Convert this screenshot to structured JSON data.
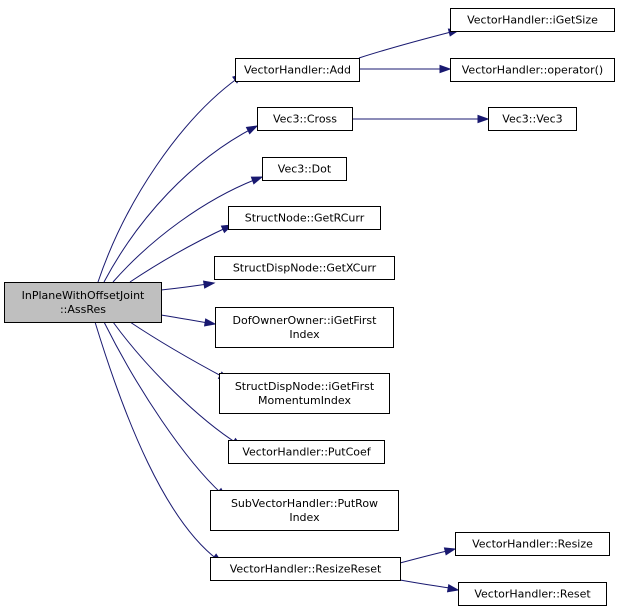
{
  "graph": {
    "root": {
      "id": "root",
      "lines": [
        "InPlaneWithOffsetJoint",
        "::AssRes"
      ]
    },
    "nodes": [
      {
        "id": "vh_add",
        "lines": [
          "VectorHandler::Add"
        ]
      },
      {
        "id": "vh_igetsize",
        "lines": [
          "VectorHandler::iGetSize"
        ]
      },
      {
        "id": "vh_operator",
        "lines": [
          "VectorHandler::operator()"
        ]
      },
      {
        "id": "vec3_cross",
        "lines": [
          "Vec3::Cross"
        ]
      },
      {
        "id": "vec3_vec3",
        "lines": [
          "Vec3::Vec3"
        ]
      },
      {
        "id": "vec3_dot",
        "lines": [
          "Vec3::Dot"
        ]
      },
      {
        "id": "sn_getrcurr",
        "lines": [
          "StructNode::GetRCurr"
        ]
      },
      {
        "id": "sdn_getxcurr",
        "lines": [
          "StructDispNode::GetXCurr"
        ]
      },
      {
        "id": "doo_igetfirstindex",
        "lines": [
          "DofOwnerOwner::iGetFirst",
          "Index"
        ]
      },
      {
        "id": "sdn_igetfirstmomentumindex",
        "lines": [
          "StructDispNode::iGetFirst",
          "MomentumIndex"
        ]
      },
      {
        "id": "vh_putcoef",
        "lines": [
          "VectorHandler::PutCoef"
        ]
      },
      {
        "id": "svh_putrowindex",
        "lines": [
          "SubVectorHandler::PutRow",
          "Index"
        ]
      },
      {
        "id": "vh_resizereset",
        "lines": [
          "VectorHandler::ResizeReset"
        ]
      },
      {
        "id": "vh_resize",
        "lines": [
          "VectorHandler::Resize"
        ]
      },
      {
        "id": "vh_reset",
        "lines": [
          "VectorHandler::Reset"
        ]
      }
    ],
    "edges": [
      {
        "from": "root",
        "to": "vh_add"
      },
      {
        "from": "root",
        "to": "vec3_cross"
      },
      {
        "from": "root",
        "to": "vec3_dot"
      },
      {
        "from": "root",
        "to": "sn_getrcurr"
      },
      {
        "from": "root",
        "to": "sdn_getxcurr"
      },
      {
        "from": "root",
        "to": "doo_igetfirstindex"
      },
      {
        "from": "root",
        "to": "sdn_igetfirstmomentumindex"
      },
      {
        "from": "root",
        "to": "vh_putcoef"
      },
      {
        "from": "root",
        "to": "svh_putrowindex"
      },
      {
        "from": "root",
        "to": "vh_resizereset"
      },
      {
        "from": "vh_add",
        "to": "vh_igetsize"
      },
      {
        "from": "vh_add",
        "to": "vh_operator"
      },
      {
        "from": "vec3_cross",
        "to": "vec3_vec3"
      },
      {
        "from": "vh_resizereset",
        "to": "vh_resize"
      },
      {
        "from": "vh_resizereset",
        "to": "vh_reset"
      }
    ],
    "colors": {
      "edge": "#191970",
      "root_fill": "#bfbfbf",
      "node_fill": "#ffffff",
      "node_border": "#000000"
    }
  }
}
